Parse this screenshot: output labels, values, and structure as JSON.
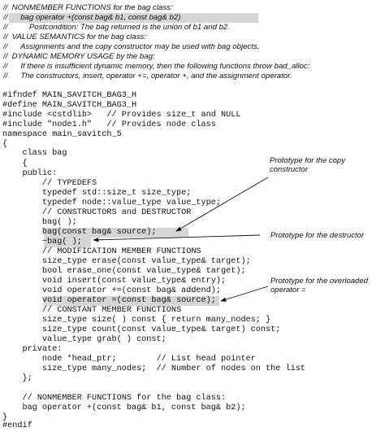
{
  "code_lines": [
    {
      "text": "//  NONMEMBER FUNCTIONS for the bag class:",
      "style": "comment"
    },
    {
      "text": "//      bag operator +(const bag& b1, const bag& b2)",
      "style": "comment",
      "highlight": true
    },
    {
      "text": "//          Postcondition: The bag returned is the union of b1 and b2.",
      "style": "comment"
    },
    {
      "text": "//  VALUE SEMANTICS for the bag class:",
      "style": "comment"
    },
    {
      "text": "//      Assignments and the copy constructor may be used with bag objects.",
      "style": "comment"
    },
    {
      "text": "//  DYNAMIC MEMORY USAGE by the bag:",
      "style": "comment"
    },
    {
      "text": "//      If there is insufficient dynamic memory, then the following functions throw bad_alloc:",
      "style": "comment"
    },
    {
      "text": "//      The constructors, insert, operator +=, operator +, and the assignment operator.",
      "style": "comment"
    },
    {
      "text": "",
      "style": "code"
    },
    {
      "text": "#ifndef MAIN_SAVITCH_BAG3_H",
      "style": "code"
    },
    {
      "text": "#define MAIN_SAVITCH_BAG3_H",
      "style": "code"
    },
    {
      "text": "#include <cstdlib>   // Provides size_t and NULL",
      "style": "code"
    },
    {
      "text": "#include \"node1.h\"   // Provides node class",
      "style": "code"
    },
    {
      "text": "namespace main_savitch_5",
      "style": "code"
    },
    {
      "text": "{",
      "style": "code"
    },
    {
      "text": "    class bag",
      "style": "code"
    },
    {
      "text": "    {",
      "style": "code"
    },
    {
      "text": "    public:",
      "style": "code"
    },
    {
      "text": "        // TYPEDEFS",
      "style": "code"
    },
    {
      "text": "        typedef std::size_t size_type;",
      "style": "code"
    },
    {
      "text": "        typedef node::value_type value_type;",
      "style": "code"
    },
    {
      "text": "        // CONSTRUCTORS and DESTRUCTOR",
      "style": "code"
    },
    {
      "text": "        bag( );",
      "style": "code"
    },
    {
      "text": "        bag(const bag& source);",
      "style": "code",
      "highlight": true
    },
    {
      "text": "        ~bag( );",
      "style": "code",
      "highlight": true
    },
    {
      "text": "        // MODIFICATION MEMBER FUNCTIONS",
      "style": "code"
    },
    {
      "text": "        size_type erase(const value_type& target);",
      "style": "code"
    },
    {
      "text": "        bool erase_one(const value_type& target);",
      "style": "code"
    },
    {
      "text": "        void insert(const value_type& entry);",
      "style": "code"
    },
    {
      "text": "        void operator +=(const bag& addend);",
      "style": "code"
    },
    {
      "text": "        void operator =(const bag& source);",
      "style": "code",
      "highlight": true
    },
    {
      "text": "        // CONSTANT MEMBER FUNCTIONS",
      "style": "code"
    },
    {
      "text": "        size_type size( ) const { return many_nodes; }",
      "style": "code"
    },
    {
      "text": "        size_type count(const value_type& target) const;",
      "style": "code"
    },
    {
      "text": "        value_type grab( ) const;",
      "style": "code"
    },
    {
      "text": "    private:",
      "style": "code"
    },
    {
      "text": "        node *head_ptr;        // List head pointer",
      "style": "code"
    },
    {
      "text": "        size_type many_nodes;  // Number of nodes on the list",
      "style": "code"
    },
    {
      "text": "    };",
      "style": "code"
    },
    {
      "text": "",
      "style": "code"
    },
    {
      "text": "    // NONMEMBER FUNCTIONS for the bag class:",
      "style": "code"
    },
    {
      "text": "    bag operator +(const bag& b1, const bag& b2);",
      "style": "code"
    },
    {
      "text": "}",
      "style": "code"
    },
    {
      "text": "#endif",
      "style": "code"
    }
  ],
  "annotations": [
    {
      "text": "Prototype for the copy\nconstructor"
    },
    {
      "text": "Prototype for the destructor"
    },
    {
      "text": "Prototype for the overloaded\noperator ="
    }
  ]
}
